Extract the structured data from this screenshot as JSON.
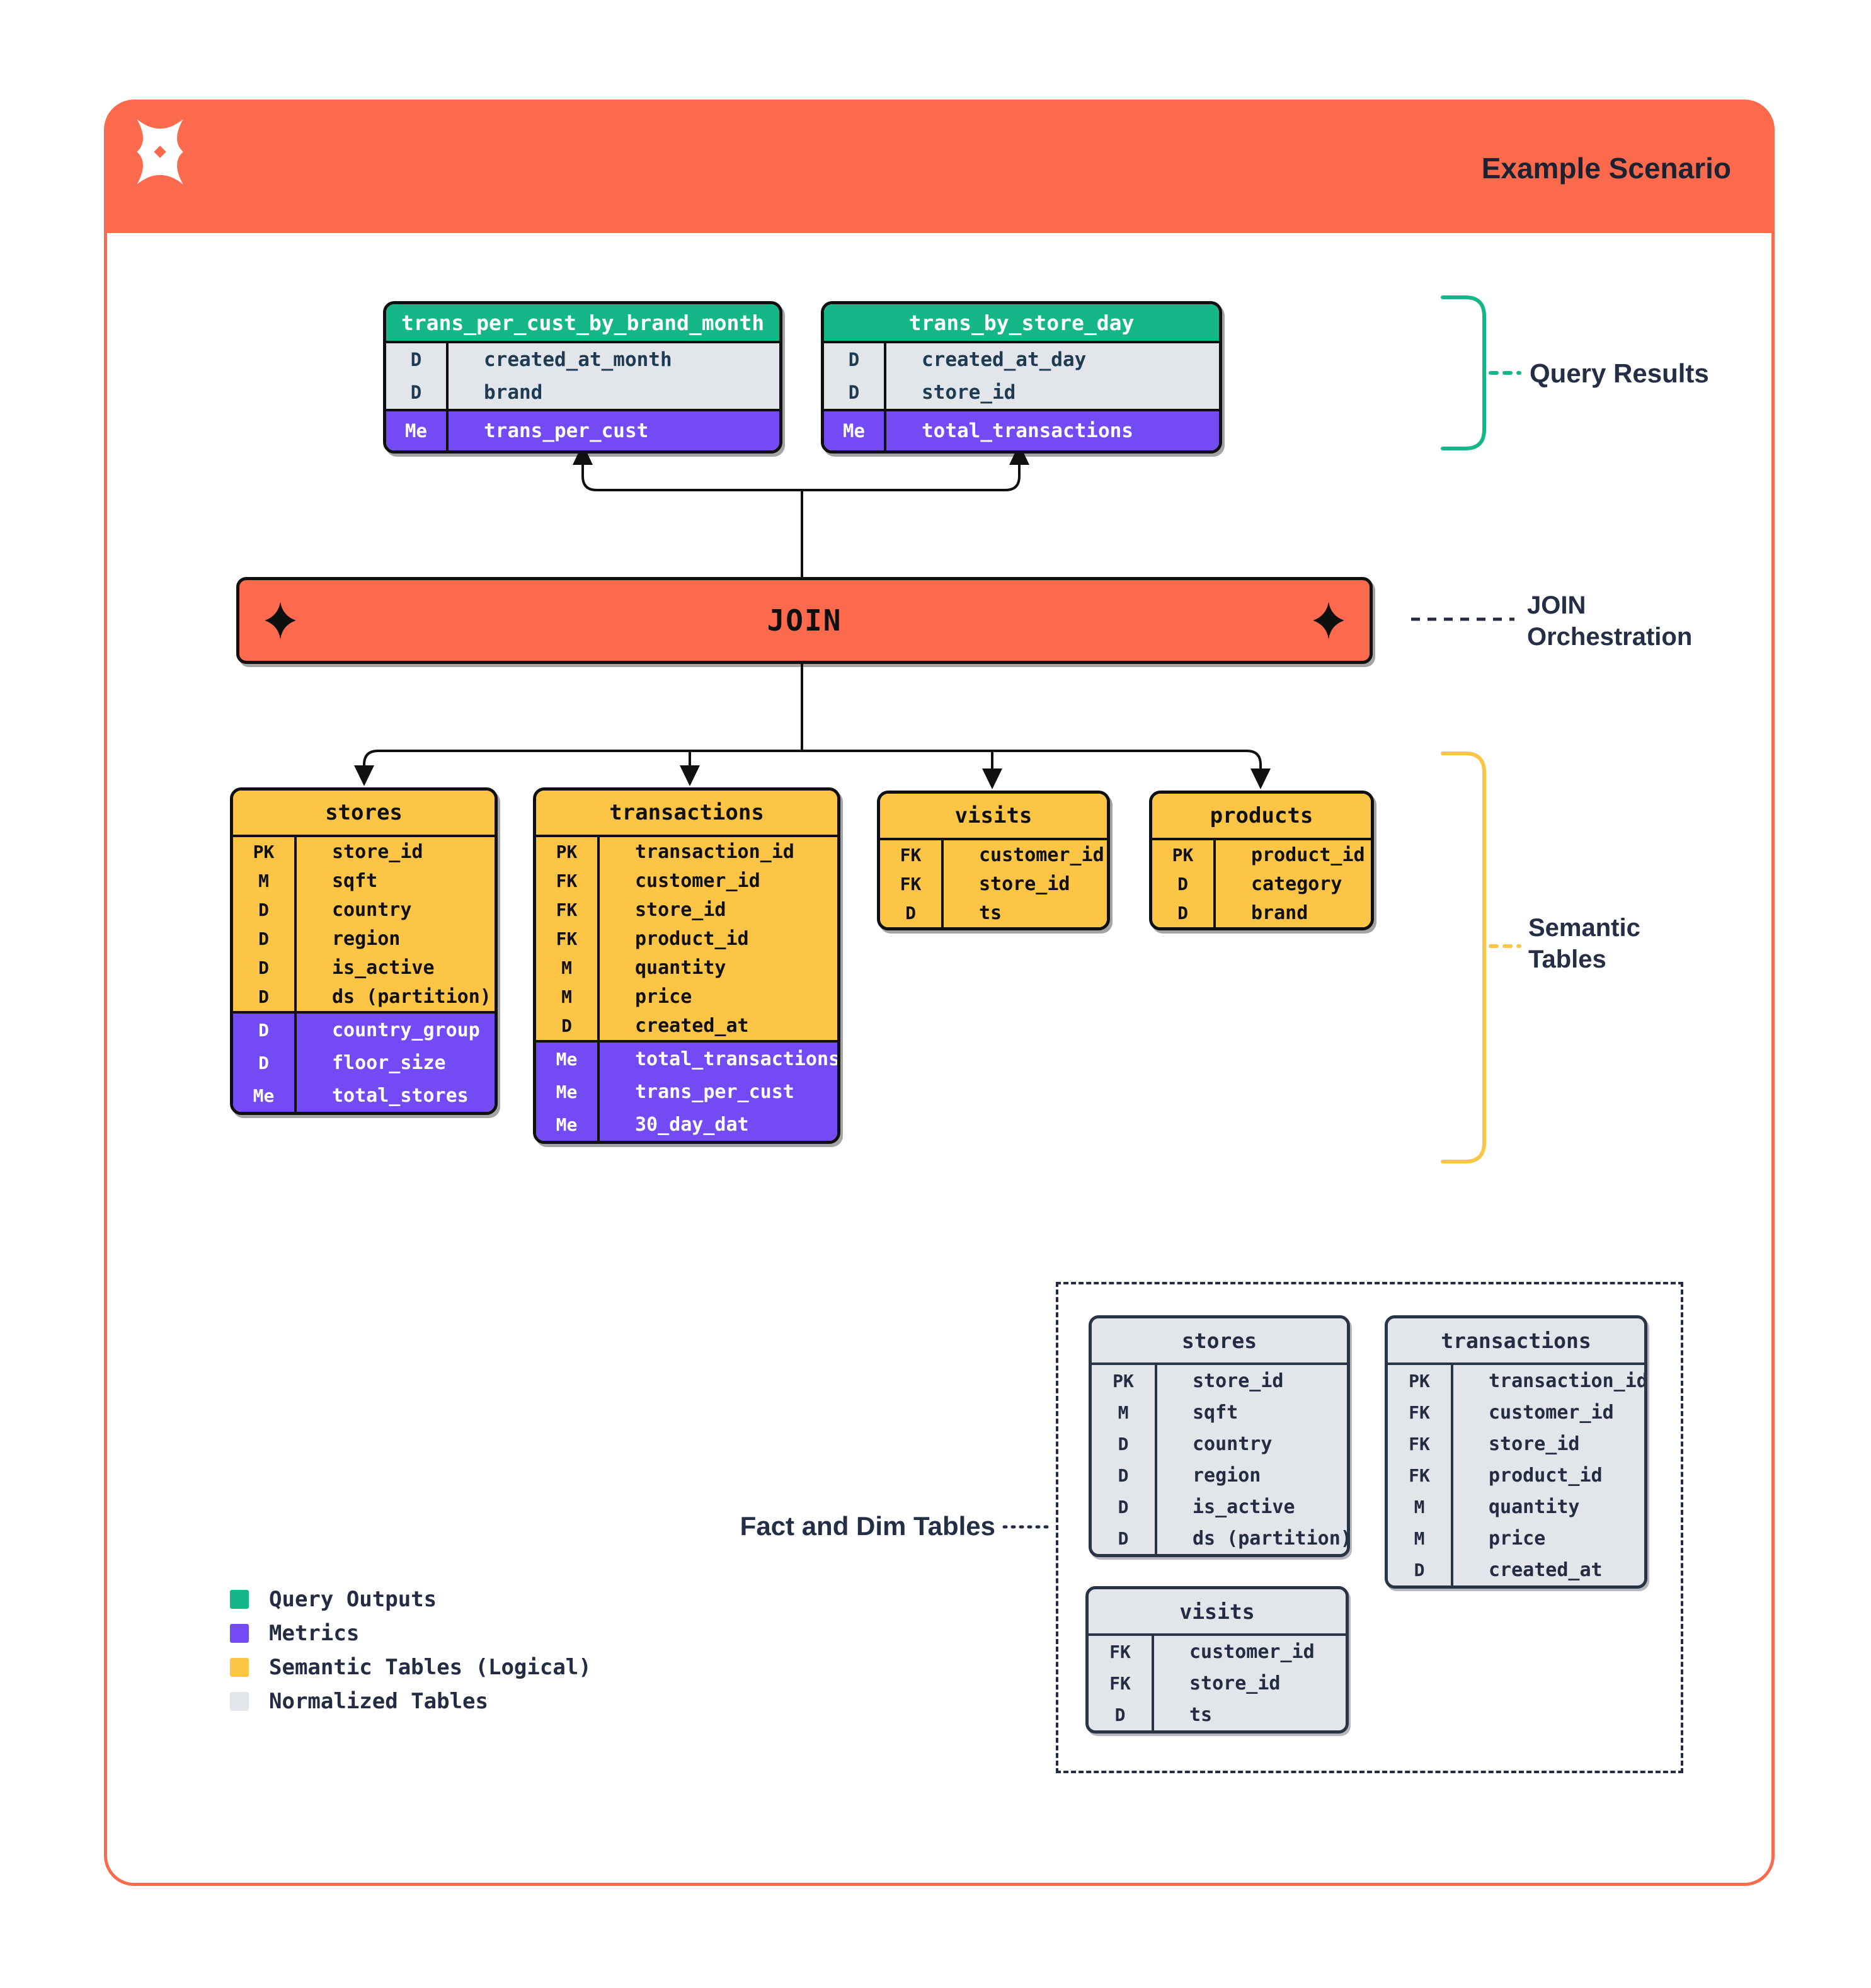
{
  "header": {
    "title": "Example Scenario",
    "logo_icon": "pinwheel-x-logo"
  },
  "join_orchestration": {
    "bar_label": "JOIN",
    "sparkle_icon": "sparkle-diamond-icon"
  },
  "query_results": {
    "tables": [
      {
        "kind": "result",
        "name": "trans_per_cust_by_brand_month",
        "fields": [
          {
            "key": "D",
            "name": "created_at_month"
          },
          {
            "key": "D",
            "name": "brand"
          }
        ],
        "metrics": [
          {
            "key": "Me",
            "name": "trans_per_cust"
          }
        ]
      },
      {
        "kind": "result",
        "name": "trans_by_store_day",
        "fields": [
          {
            "key": "D",
            "name": "created_at_day"
          },
          {
            "key": "D",
            "name": "store_id"
          }
        ],
        "metrics": [
          {
            "key": "Me",
            "name": "total_transactions"
          }
        ]
      }
    ]
  },
  "semantic_layer": {
    "tables": [
      {
        "kind": "semantic",
        "name": "stores",
        "fields": [
          {
            "key": "PK",
            "name": "store_id"
          },
          {
            "key": "M",
            "name": "sqft"
          },
          {
            "key": "D",
            "name": "country"
          },
          {
            "key": "D",
            "name": "region"
          },
          {
            "key": "D",
            "name": "is_active"
          },
          {
            "key": "D",
            "name": "ds (partition)"
          }
        ],
        "metrics": [
          {
            "key": "D",
            "name": "country_group"
          },
          {
            "key": "D",
            "name": "floor_size"
          },
          {
            "key": "Me",
            "name": "total_stores"
          }
        ]
      },
      {
        "kind": "semantic",
        "name": "transactions",
        "fields": [
          {
            "key": "PK",
            "name": "transaction_id"
          },
          {
            "key": "FK",
            "name": "customer_id"
          },
          {
            "key": "FK",
            "name": "store_id"
          },
          {
            "key": "FK",
            "name": "product_id"
          },
          {
            "key": "M",
            "name": "quantity"
          },
          {
            "key": "M",
            "name": "price"
          },
          {
            "key": "D",
            "name": "created_at"
          }
        ],
        "metrics": [
          {
            "key": "Me",
            "name": "total_transactions"
          },
          {
            "key": "Me",
            "name": "trans_per_cust"
          },
          {
            "key": "Me",
            "name": "30_day_dat"
          }
        ]
      },
      {
        "kind": "semantic",
        "name": "visits",
        "fields": [
          {
            "key": "FK",
            "name": "customer_id"
          },
          {
            "key": "FK",
            "name": "store_id"
          },
          {
            "key": "D",
            "name": "ts"
          }
        ],
        "metrics": []
      },
      {
        "kind": "semantic",
        "name": "products",
        "fields": [
          {
            "key": "PK",
            "name": "product_id"
          },
          {
            "key": "D",
            "name": "category"
          },
          {
            "key": "D",
            "name": "brand"
          }
        ],
        "metrics": []
      }
    ]
  },
  "normalized_layer": {
    "tables": [
      {
        "kind": "normalized",
        "name": "stores",
        "fields": [
          {
            "key": "PK",
            "name": "store_id"
          },
          {
            "key": "M",
            "name": "sqft"
          },
          {
            "key": "D",
            "name": "country"
          },
          {
            "key": "D",
            "name": "region"
          },
          {
            "key": "D",
            "name": "is_active"
          },
          {
            "key": "D",
            "name": "ds (partition)"
          }
        ],
        "metrics": []
      },
      {
        "kind": "normalized",
        "name": "transactions",
        "fields": [
          {
            "key": "PK",
            "name": "transaction_id"
          },
          {
            "key": "FK",
            "name": "customer_id"
          },
          {
            "key": "FK",
            "name": "store_id"
          },
          {
            "key": "FK",
            "name": "product_id"
          },
          {
            "key": "M",
            "name": "quantity"
          },
          {
            "key": "M",
            "name": "price"
          },
          {
            "key": "D",
            "name": "created_at"
          }
        ],
        "metrics": []
      },
      {
        "kind": "normalized",
        "name": "visits",
        "fields": [
          {
            "key": "FK",
            "name": "customer_id"
          },
          {
            "key": "FK",
            "name": "store_id"
          },
          {
            "key": "D",
            "name": "ts"
          }
        ],
        "metrics": []
      }
    ]
  },
  "annotations": {
    "query_results_label": "Query Results",
    "join_label": "JOIN\nOrchestration",
    "semantic_label": "Semantic\nTables",
    "fact_dim_label": "Fact and Dim Tables"
  },
  "legend": {
    "items": [
      {
        "label": "Query Outputs",
        "color": "#15b789"
      },
      {
        "label": "Metrics",
        "color": "#744af4"
      },
      {
        "label": "Semantic Tables (Logical)",
        "color": "#fcc546"
      },
      {
        "label": "Normalized Tables",
        "color": "#e2e5e9"
      }
    ]
  },
  "colors": {
    "accent_orange": "#fb6a4d",
    "query_green": "#15b789",
    "metric_purple": "#744af4",
    "semantic_yellow": "#fcc546",
    "normalized_gray": "#e2e5e9",
    "ink_black": "#0f0f0f",
    "label_navy": "#242e45"
  }
}
